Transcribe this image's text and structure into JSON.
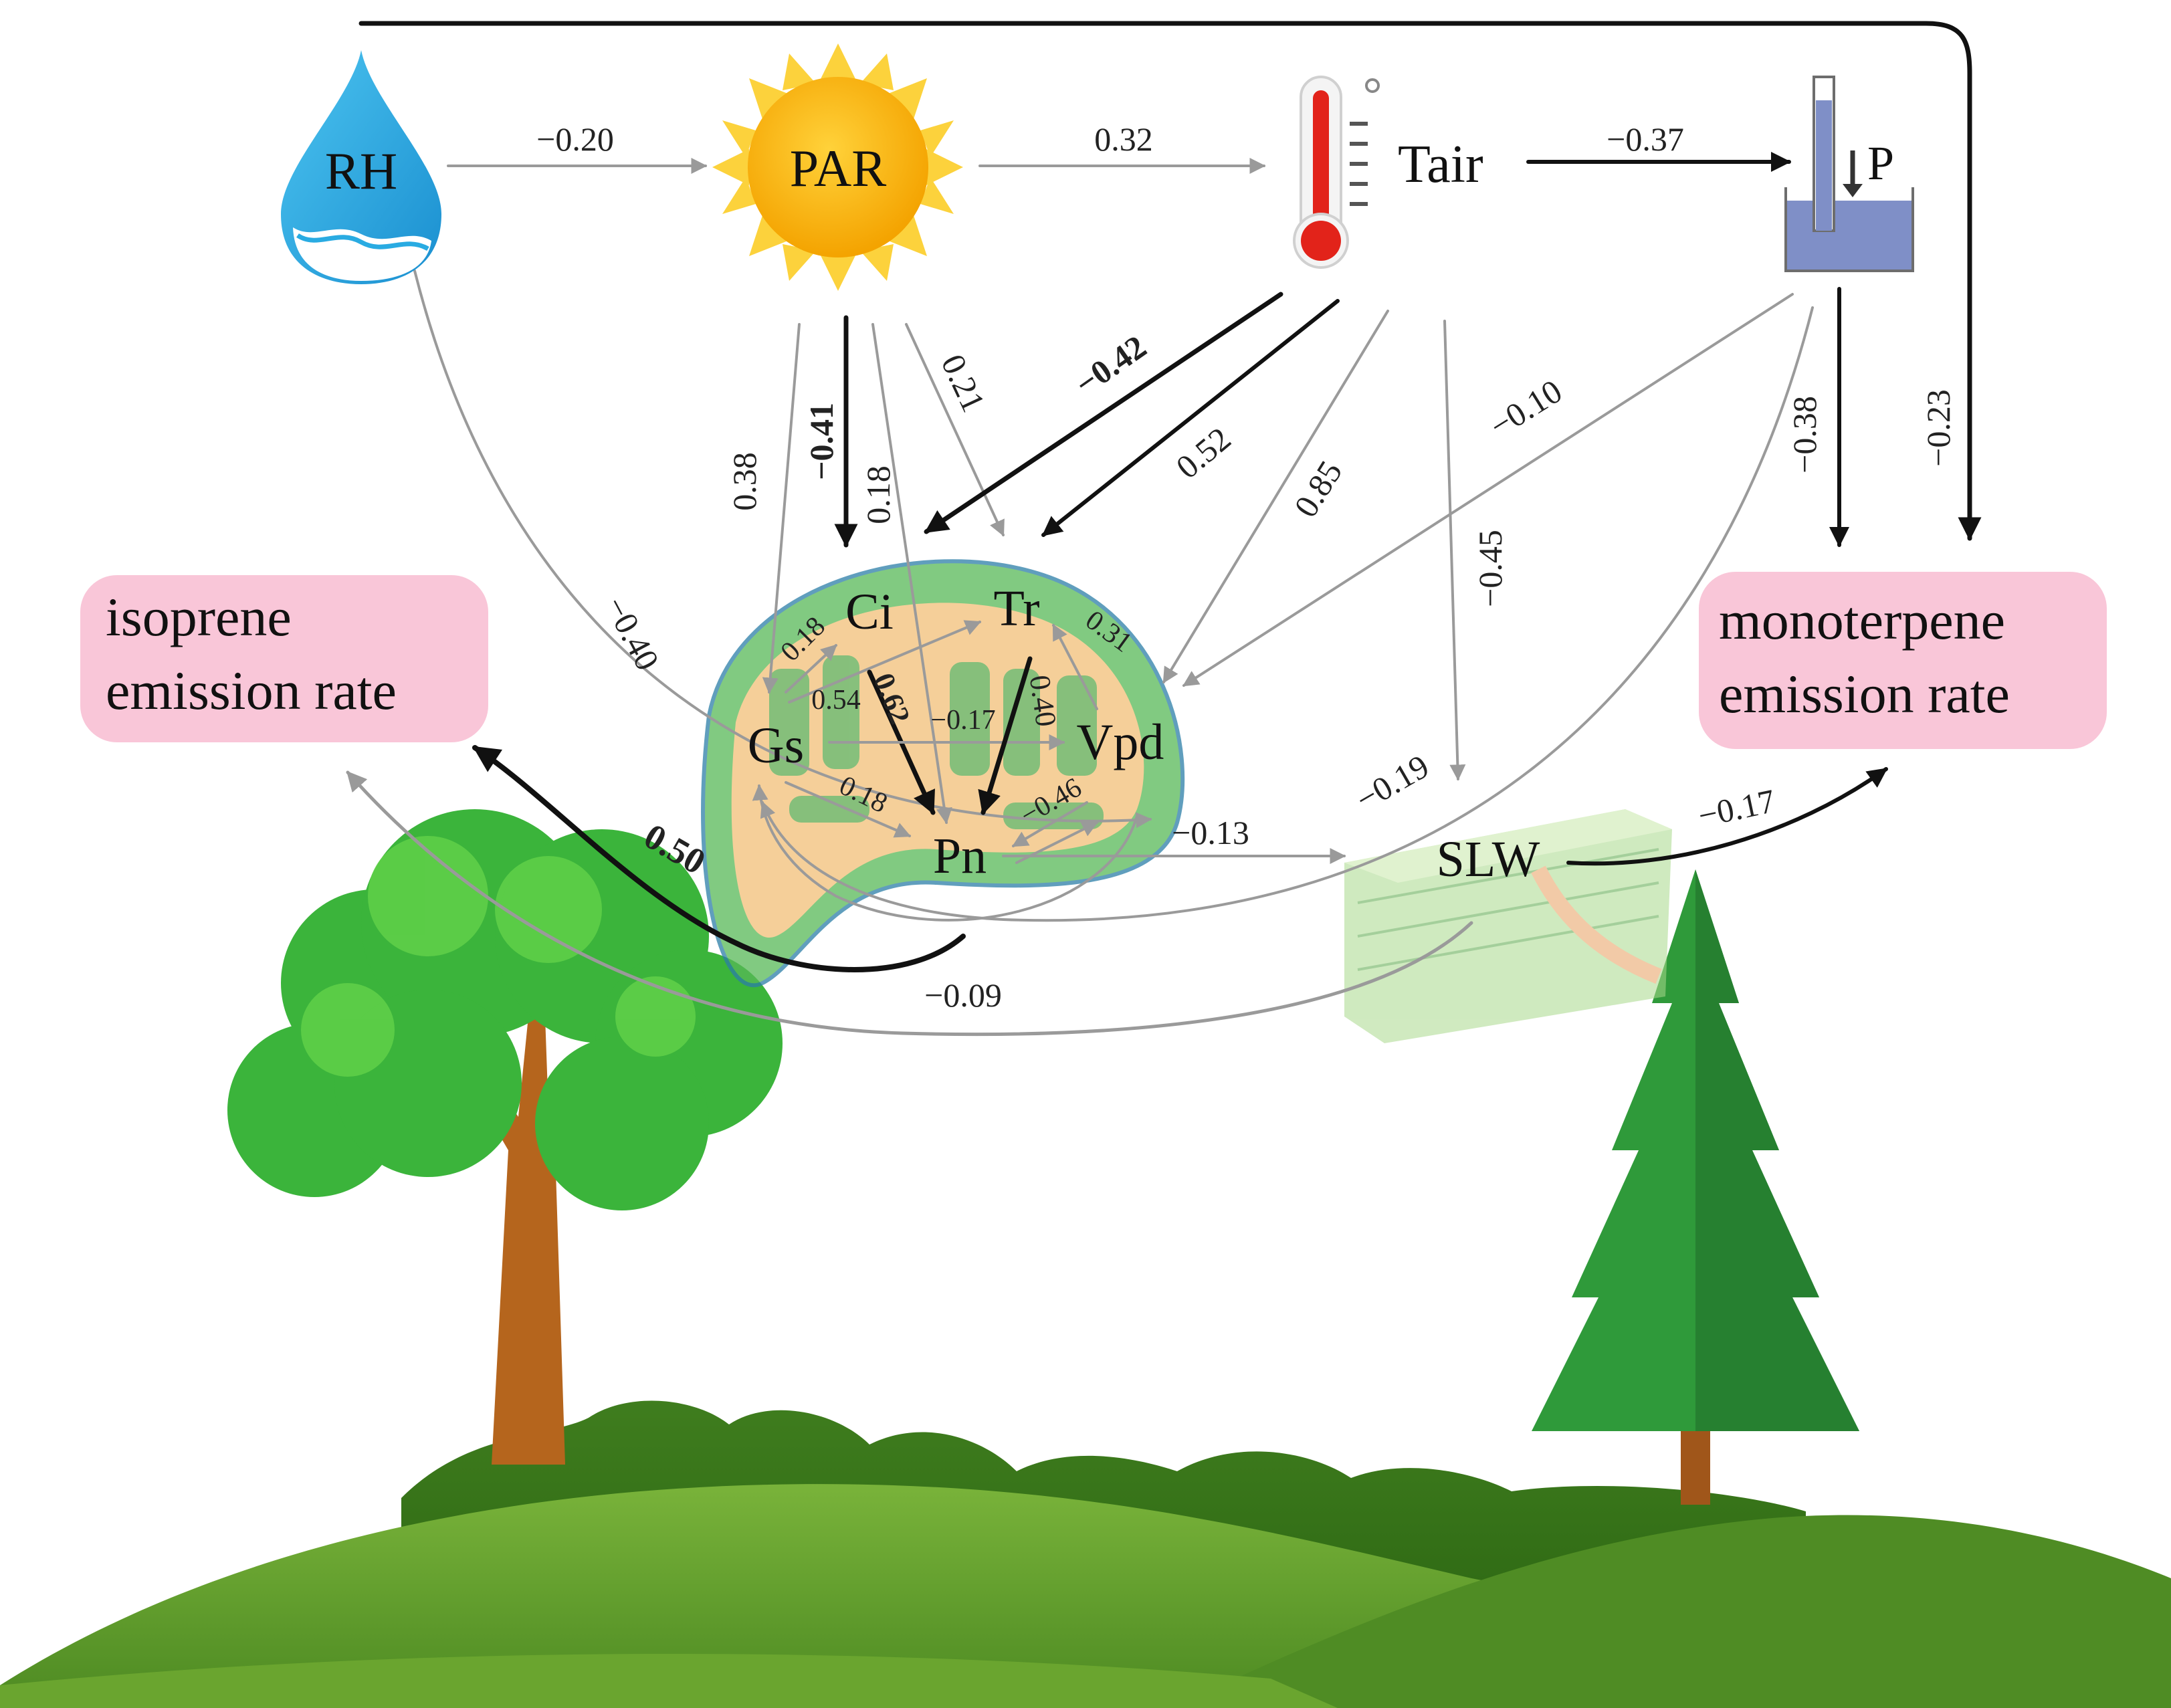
{
  "nodes": {
    "rh": "RH",
    "par": "PAR",
    "tair": "Tair",
    "p": "P",
    "ci": "Ci",
    "tr": "Tr",
    "gs": "Gs",
    "vpd": "Vpd",
    "pn": "Pn",
    "slw": "SLW",
    "isoprene_line1": "isoprene",
    "isoprene_line2": "emission rate",
    "monoterpene_line1": "monoterpene",
    "monoterpene_line2": "emission rate"
  },
  "edges": [
    {
      "from": "RH",
      "to": "PAR",
      "coefficient": "−0.20",
      "strong": false
    },
    {
      "from": "PAR",
      "to": "Tair",
      "coefficient": "0.32",
      "strong": false
    },
    {
      "from": "Tair",
      "to": "P",
      "coefficient": "−0.37",
      "strong": true
    },
    {
      "from": "RH",
      "to": "monoterpene emission rate",
      "coefficient": "−0.23",
      "strong": true
    },
    {
      "from": "PAR",
      "to": "Gs",
      "coefficient": "0.38",
      "strong": false
    },
    {
      "from": "PAR",
      "to": "Ci",
      "coefficient": "−0.41",
      "strong": true
    },
    {
      "from": "PAR",
      "to": "Pn",
      "coefficient": "0.18",
      "strong": false
    },
    {
      "from": "PAR",
      "to": "Tr",
      "coefficient": "0.21",
      "strong": false
    },
    {
      "from": "Tair",
      "to": "Ci",
      "coefficient": "−0.42",
      "strong": true
    },
    {
      "from": "Tair",
      "to": "Tr",
      "coefficient": "0.52",
      "strong": true
    },
    {
      "from": "Tair",
      "to": "Vpd",
      "coefficient": "0.85",
      "strong": false
    },
    {
      "from": "Tair",
      "to": "SLW",
      "coefficient": "−0.45",
      "strong": false
    },
    {
      "from": "P",
      "to": "Vpd",
      "coefficient": "−0.10",
      "strong": false
    },
    {
      "from": "P",
      "to": "monoterpene emission rate",
      "coefficient": "−0.38",
      "strong": true
    },
    {
      "from": "P",
      "to": "Gs",
      "coefficient": "−0.19",
      "strong": false
    },
    {
      "from": "RH",
      "to": "Pn",
      "coefficient": "−0.40",
      "strong": false
    },
    {
      "from": "Gs",
      "to": "Ci",
      "coefficient": "0.18",
      "strong": false
    },
    {
      "from": "Gs",
      "to": "Tr",
      "coefficient": "0.54",
      "strong": false
    },
    {
      "from": "Ci",
      "to": "Pn",
      "coefficient": "0.62",
      "strong": true
    },
    {
      "from": "Gs",
      "to": "Vpd",
      "coefficient": "−0.17",
      "strong": false
    },
    {
      "from": "Tr",
      "to": "Pn",
      "coefficient": "0.40",
      "strong": true
    },
    {
      "from": "Vpd",
      "to": "Tr",
      "coefficient": "0.31",
      "strong": false
    },
    {
      "from": "Gs",
      "to": "Pn",
      "coefficient": "0.18",
      "strong": false
    },
    {
      "from": "Vpd",
      "to": "Pn",
      "coefficient": "−0.46",
      "strong": false
    },
    {
      "from": "Pn",
      "to": "SLW",
      "coefficient": "−0.13",
      "strong": false
    },
    {
      "from": "SLW",
      "to": "monoterpene emission rate",
      "coefficient": "−0.17",
      "strong": true
    },
    {
      "from": "Pn",
      "to": "isoprene emission rate",
      "coefficient": "0.50",
      "strong": true
    },
    {
      "from": "SLW",
      "to": "isoprene emission rate",
      "coefficient": "−0.09",
      "strong": false
    }
  ],
  "colors": {
    "strong_arrow": "#111111",
    "weak_arrow": "#9a9a9a",
    "label_box": "#f9c6d8",
    "water": "#29abe2",
    "sun": "#fbb516",
    "thermometer": "#e2231a",
    "barometer": "#7f8fc7",
    "grass": "#5f9d2c",
    "tree_leaf": "#3bb43b",
    "trunk": "#b5651d"
  }
}
